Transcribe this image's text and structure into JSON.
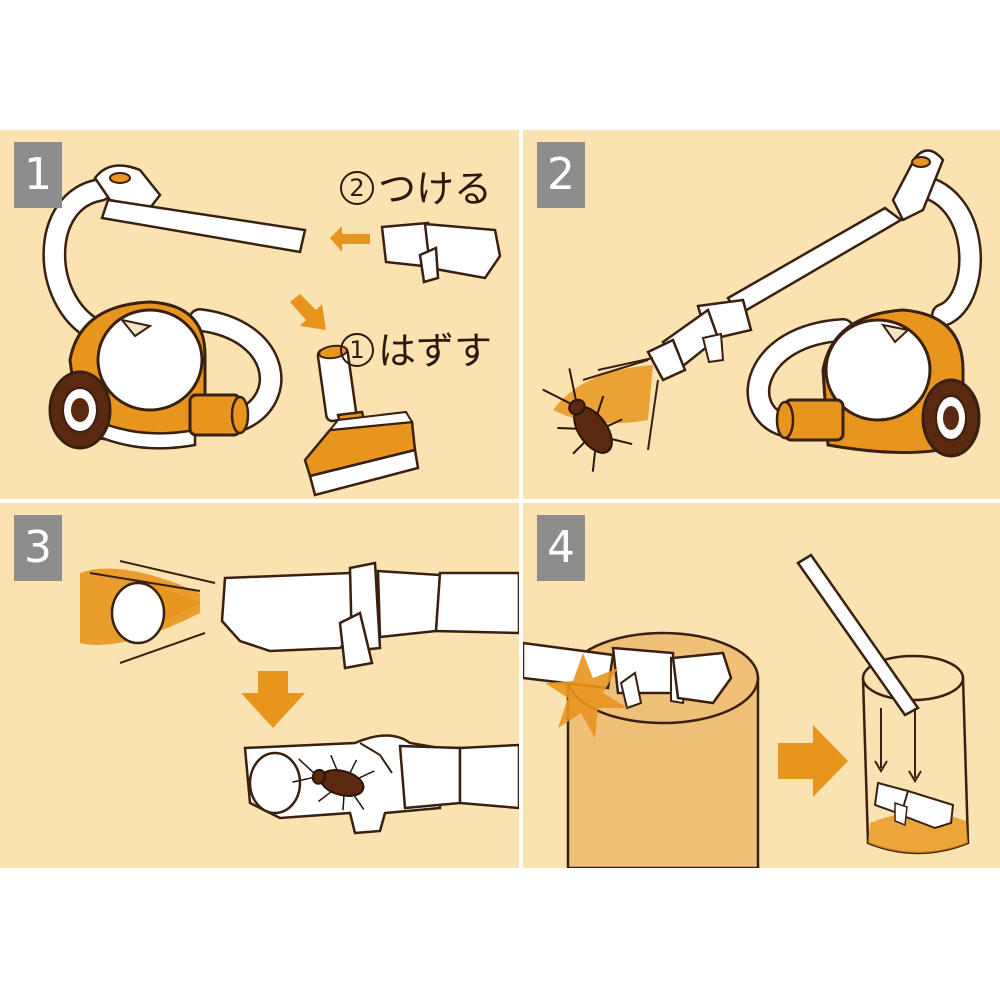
{
  "steps": [
    {
      "number": "1",
      "attach_num": "2",
      "attach_text": "つける",
      "remove_num": "1",
      "remove_text": "はずす"
    },
    {
      "number": "2"
    },
    {
      "number": "3"
    },
    {
      "number": "4"
    }
  ],
  "colors": {
    "background": "#fbe3b1",
    "accent": "#e8951e",
    "outline": "#3a2010",
    "badge": "#8d8d8d"
  },
  "icons": [
    "vacuum-cleaner-icon",
    "floor-nozzle-icon",
    "crevice-nozzle-icon",
    "cockroach-icon",
    "arrow-icon",
    "cup-icon",
    "stump-icon"
  ]
}
